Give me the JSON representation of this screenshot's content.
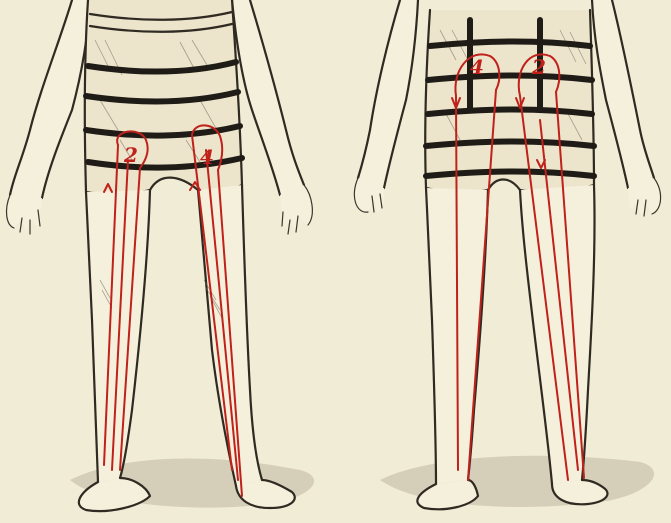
{
  "figure": {
    "markers": {
      "front_left": "2",
      "front_right": "4",
      "back_left": "4",
      "back_right": "2"
    }
  },
  "colors": {
    "paper": "#f1ecd6",
    "ink": "#2f2a22",
    "bandage": "#1f1b16",
    "red_lines": "#c0211b"
  }
}
